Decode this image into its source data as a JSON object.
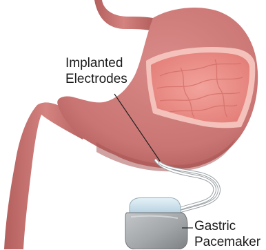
{
  "labels": {
    "electrodes": {
      "line1": "Implanted",
      "line2": "Electrodes"
    },
    "pacemaker": {
      "line1": "Gastric",
      "line2": "Pacemaker"
    }
  },
  "colors": {
    "stomach_fill": "#c97573",
    "stomach_shadow": "#b35f5d",
    "stomach_highlight": "#dc9795",
    "lining": "#e98f89",
    "rim": "#f3bcb5",
    "device_body": "#a9acaf",
    "device_header": "#cfe3ee",
    "lead_wire": "#ffffff",
    "leader_line": "#222222"
  }
}
